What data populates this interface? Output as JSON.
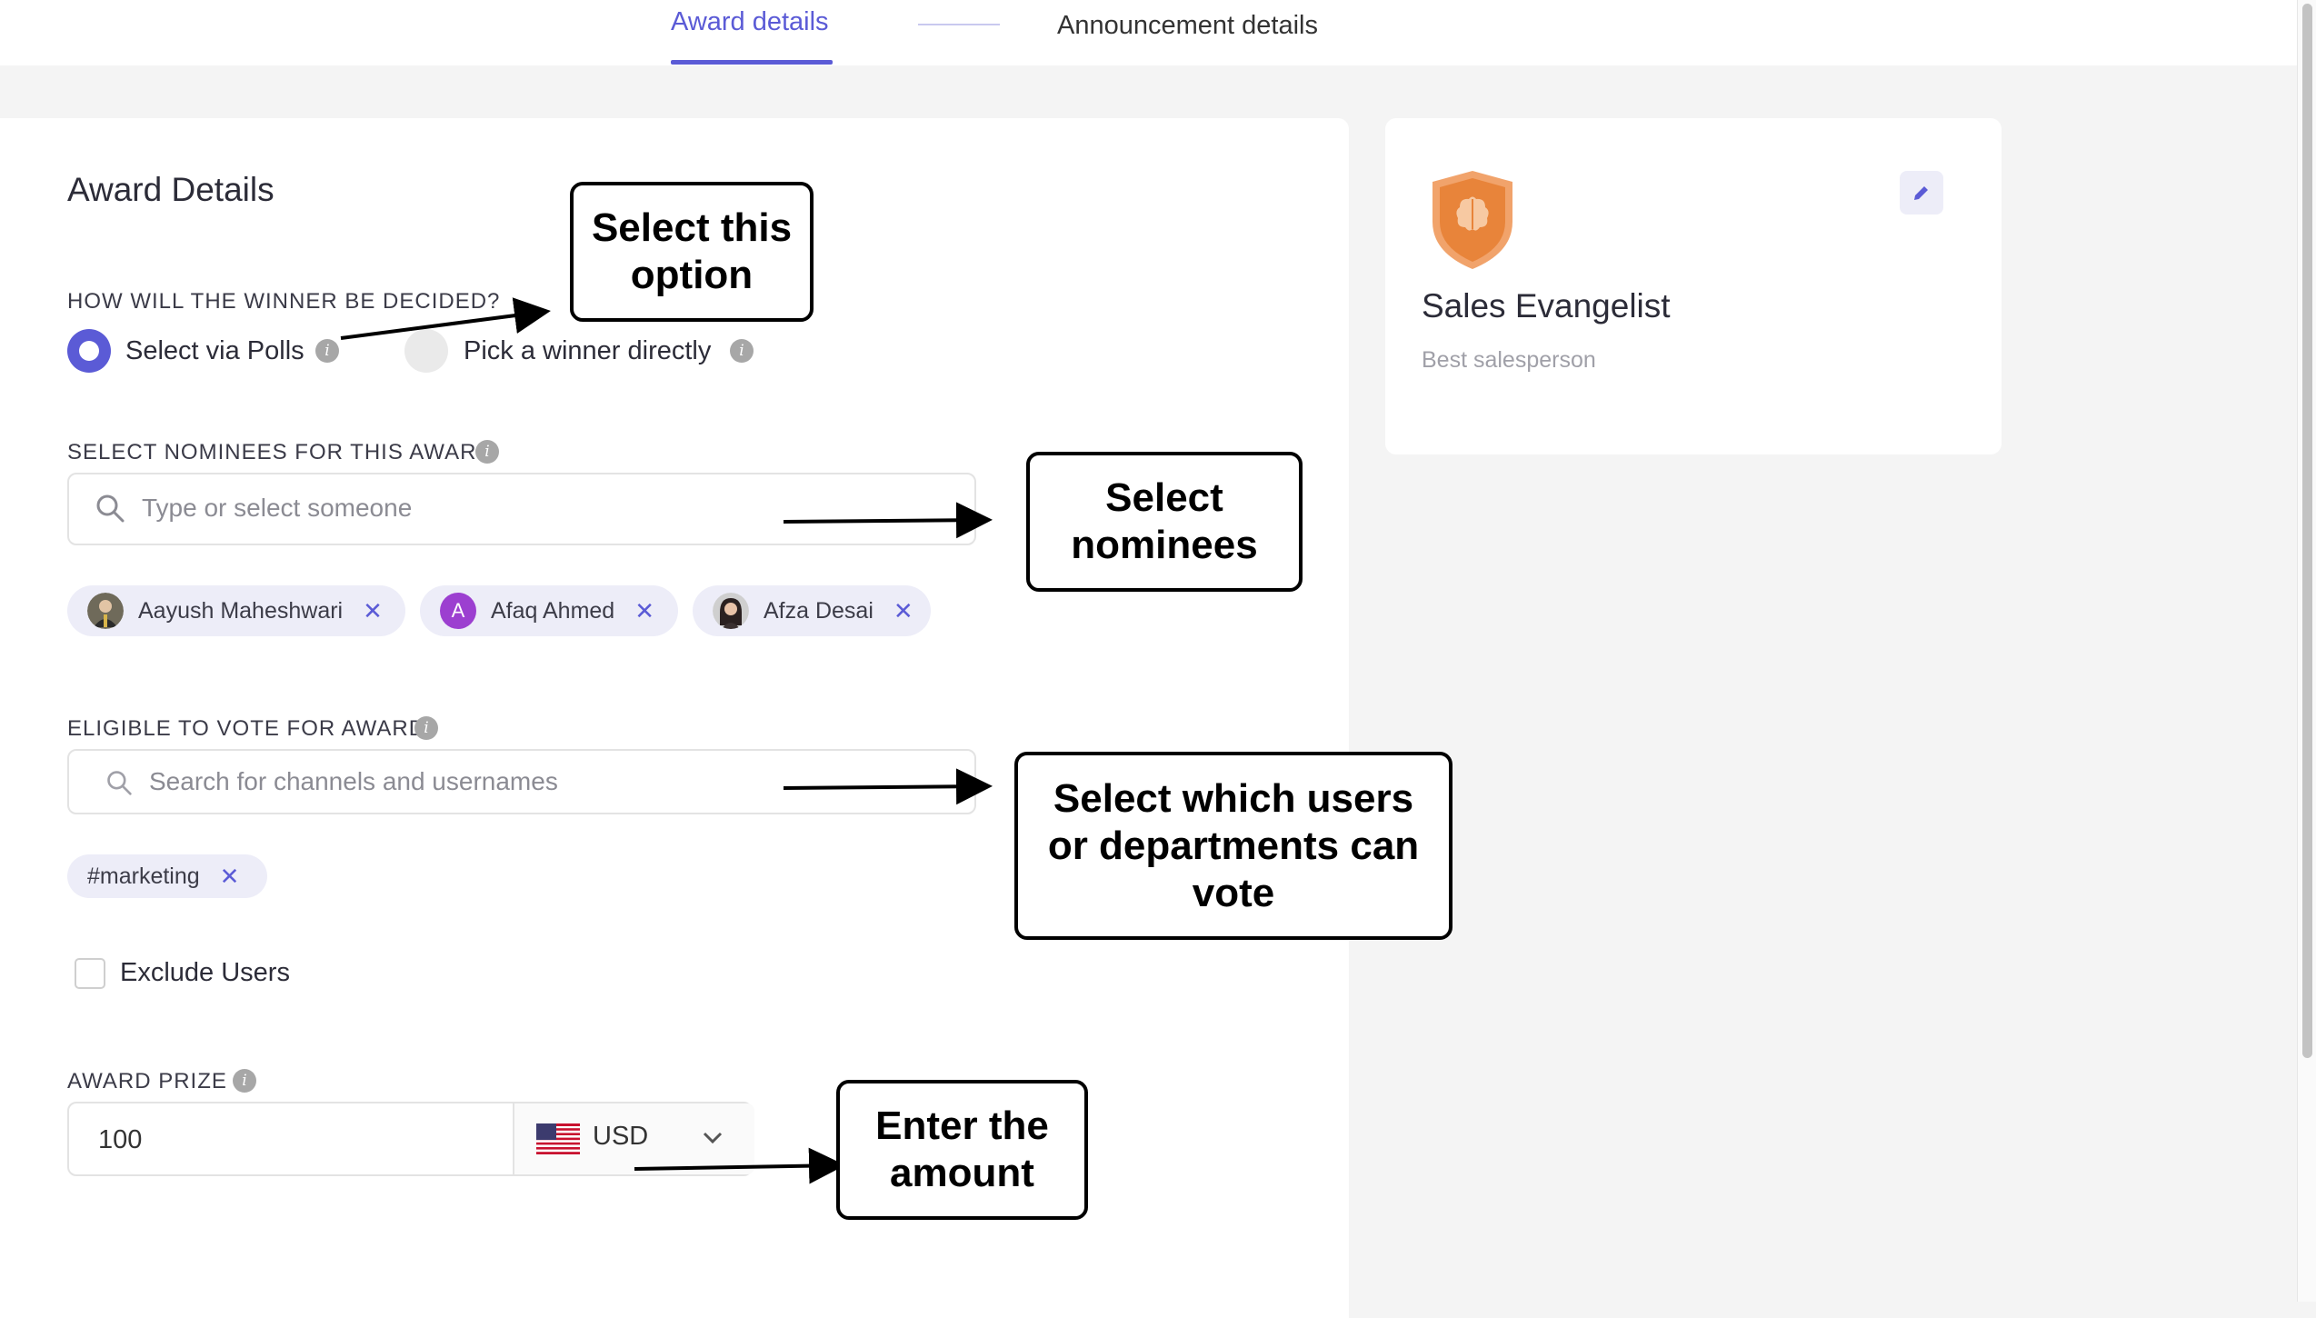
{
  "tabs": [
    {
      "label": "Award details",
      "active": true
    },
    {
      "label": "Announcement details",
      "active": false
    }
  ],
  "award_form": {
    "heading": "Award Details",
    "winner_question": "HOW WILL THE WINNER BE DECIDED?",
    "winner_options": [
      {
        "label": "Select via Polls",
        "selected": true
      },
      {
        "label": "Pick a winner directly",
        "selected": false
      }
    ],
    "nominees": {
      "label": "SELECT NOMINEES FOR THIS AWARD",
      "placeholder": "Type or select someone",
      "chips": [
        {
          "name": "Aayush Maheshwari",
          "avatar": "photo"
        },
        {
          "name": "Afaq Ahmed",
          "avatar_initial": "A"
        },
        {
          "name": "Afza Desai",
          "avatar": "photo"
        }
      ]
    },
    "voters": {
      "label": "ELIGIBLE TO VOTE FOR AWARD",
      "placeholder": "Search for channels and usernames",
      "chips": [
        {
          "name": "#marketing"
        }
      ]
    },
    "exclude_users": {
      "label": "Exclude Users",
      "checked": false
    },
    "prize": {
      "label": "AWARD PRIZE",
      "amount": "100",
      "currency": "USD",
      "flag_icon": "us-flag-icon"
    }
  },
  "award_card": {
    "title": "Sales Evangelist",
    "subtitle": "Best salesperson",
    "badge_icon": "brain-shield-icon",
    "badge_color": "#e8843a",
    "edit_icon": "pencil-icon"
  },
  "callouts": [
    "Select this option",
    "Select nominees",
    "Select which users or departments can vote",
    "Enter the amount"
  ],
  "colors": {
    "accent": "#5b5bd6",
    "chip_bg": "#ededf8",
    "page_bg": "#f4f4f4"
  }
}
